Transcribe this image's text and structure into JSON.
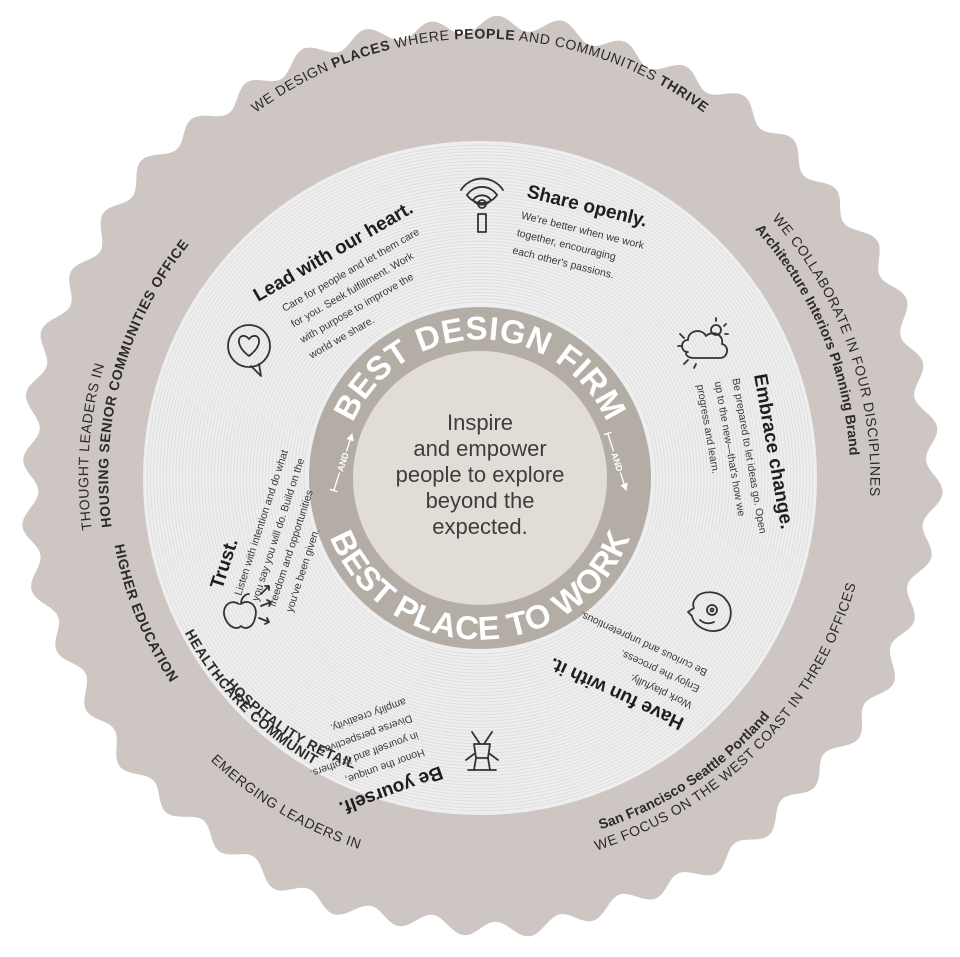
{
  "colors": {
    "outer_disc": "#cdc6c3",
    "inner_disc": "#eeeeee",
    "band_ring": "#b3ada5",
    "center": "#e2dcd6",
    "text_dark": "#2b2b2b"
  },
  "outer_ring": {
    "tagline": {
      "pre": "WE DESIGN ",
      "b1": "PLACES",
      "mid1": " WHERE ",
      "b2": "PEOPLE",
      "mid2": " AND COMMUNITIES ",
      "b3": "THRIVE"
    },
    "thought_leaders": {
      "label": "THOUGHT LEADERS IN",
      "items": [
        "HOUSING",
        "SENIOR COMMUNITIES",
        "OFFICE"
      ]
    },
    "disciplines": {
      "label": "WE COLLABORATE IN FOUR DISCIPLINES",
      "items": [
        "Architecture",
        "Interiors",
        "Planning",
        "Brand"
      ]
    },
    "offices": {
      "label": "WE FOCUS ON THE WEST COAST IN THREE OFFICES",
      "items": [
        "Portland",
        "Seattle",
        "San Francisco"
      ]
    },
    "emerging_leaders": {
      "label": "EMERGING LEADERS IN",
      "items": [
        "HIGHER EDUCATION",
        "HEALTHCARE",
        "COMMUNITY",
        "HOSPITALITY",
        "RETAIL"
      ]
    }
  },
  "values": {
    "share": {
      "title": "Share openly.",
      "lines": [
        "We're better when we work",
        "together, encouraging",
        "each other's passions."
      ]
    },
    "embrace": {
      "title": "Embrace change.",
      "lines": [
        "Be prepared to let ideas go. Open",
        "up to the new—that's how we",
        "progress and learn."
      ]
    },
    "fun": {
      "title": "Have fun with it.",
      "lines": [
        "Work playfully.",
        "Enjoy the process.",
        "Be curious and unpretentious."
      ]
    },
    "yourself": {
      "title": "Be yourself.",
      "lines": [
        "Honor the unique,",
        "in yourself and in others.",
        "Diverse perspectives",
        "amplify creativity."
      ]
    },
    "trust": {
      "title": "Trust.",
      "lines": [
        "Listen with intention and do what",
        "you say you will do. Build on the",
        "freedom and opportunities",
        "you've been given."
      ]
    },
    "heart": {
      "title": "Lead with our heart.",
      "lines": [
        "Care for people and let them care",
        "for you. Seek fulfillment. Work",
        "with purpose to improve the",
        "world we share."
      ]
    }
  },
  "band": {
    "top": "BEST DESIGN FIRM",
    "bottom": "BEST PLACE TO WORK",
    "and_left": "AND",
    "and_right": "AND"
  },
  "center": {
    "lines": [
      "Inspire",
      "and empower",
      "people to explore",
      "beyond the",
      "expected."
    ]
  }
}
